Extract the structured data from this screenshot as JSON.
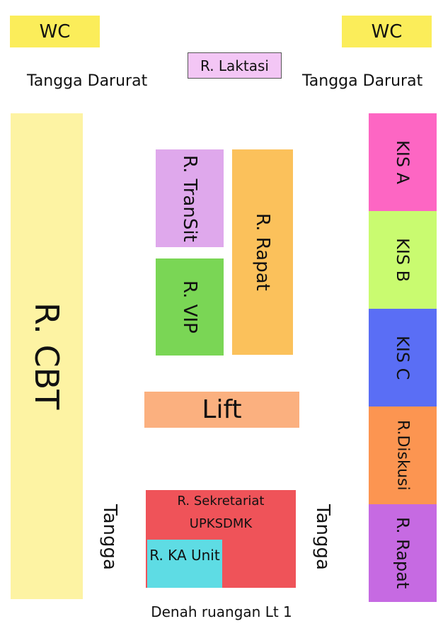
{
  "caption": "Denah ruangan Lt 1",
  "colors": {
    "wc": "#fbed5a",
    "laktasi": "#f3c6f5",
    "cbt": "#fdf3a3",
    "transit": "#dfa8ec",
    "rapat_center": "#fbc15b",
    "vip": "#7ad655",
    "lift": "#fbb07f",
    "sekretariat": "#ef5359",
    "ka_unit": "#5edce4",
    "kis_a": "#fd66c3",
    "kis_b": "#c9fb70",
    "kis_c": "#5a6ef5",
    "diskusi": "#fc9551",
    "rapat_right": "#c66ae2"
  },
  "rooms": {
    "wc_left": "WC",
    "wc_right": "WC",
    "laktasi": "R. Laktasi",
    "tangga_darurat_left": "Tangga Darurat",
    "tangga_darurat_right": "Tangga Darurat",
    "cbt": "R. CBT",
    "transit": "R. TranSit",
    "rapat_center": "R. Rapat",
    "vip": "R. VIP",
    "lift": "Lift",
    "sekretariat_line1": "R. Sekretariat",
    "sekretariat_line2": "UPKSDMK",
    "ka_unit": "R. KA Unit",
    "tangga_left": "Tangga",
    "tangga_right": "Tangga",
    "kis_a": "KIS A",
    "kis_b": "KIS B",
    "kis_c": "KIS C",
    "diskusi": "R.Diskusi",
    "rapat_right": "R. Rapat"
  }
}
